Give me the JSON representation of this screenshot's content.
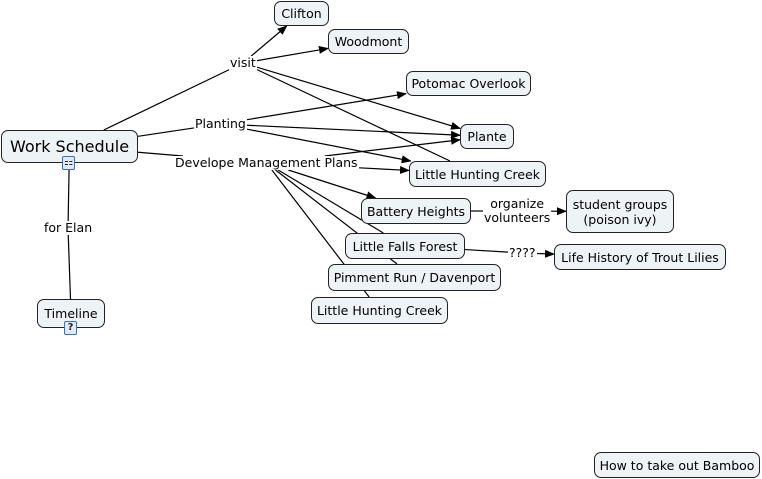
{
  "concepts": [
    {
      "id": "work-schedule",
      "text": "Work Schedule",
      "big": true
    },
    {
      "id": "clifton",
      "text": "Clifton"
    },
    {
      "id": "woodmont",
      "text": "Woodmont"
    },
    {
      "id": "potomac-overlook",
      "text": "Potomac Overlook"
    },
    {
      "id": "plante",
      "text": "Plante"
    },
    {
      "id": "little-hunting-creek-1",
      "text": "Little Hunting Creek"
    },
    {
      "id": "battery-heights",
      "text": "Battery Heights"
    },
    {
      "id": "student-groups",
      "text": "student groups\n(poison ivy)"
    },
    {
      "id": "little-falls-forest",
      "text": "Little Falls Forest"
    },
    {
      "id": "life-history",
      "text": "Life History of Trout Lilies"
    },
    {
      "id": "pimment-run",
      "text": "Pimment Run / Davenport"
    },
    {
      "id": "little-hunting-creek-2",
      "text": "Little Hunting Creek"
    },
    {
      "id": "timeline",
      "text": "Timeline"
    },
    {
      "id": "bamboo",
      "text": "How to take out Bamboo"
    }
  ],
  "linking_phrases": [
    {
      "id": "visit",
      "text": "visit"
    },
    {
      "id": "planting",
      "text": "Planting"
    },
    {
      "id": "develope",
      "text": "Develope Management Plans"
    },
    {
      "id": "for-elan",
      "text": "for Elan"
    },
    {
      "id": "organize",
      "text": "organize\nvolunteers"
    },
    {
      "id": "qqqq",
      "text": "????"
    }
  ],
  "connections": [
    {
      "from": "work-schedule",
      "to": "visit",
      "arrow": false
    },
    {
      "from": "visit",
      "to": "clifton",
      "arrow": true
    },
    {
      "from": "visit",
      "to": "woodmont",
      "arrow": true
    },
    {
      "from": "visit",
      "to": "plante",
      "arrow": true
    },
    {
      "from": "visit",
      "to": "little-hunting-creek-1",
      "arrow": false
    },
    {
      "from": "work-schedule",
      "to": "planting",
      "arrow": false
    },
    {
      "from": "planting",
      "to": "potomac-overlook",
      "arrow": true
    },
    {
      "from": "planting",
      "to": "plante",
      "arrow": true
    },
    {
      "from": "planting",
      "to": "little-hunting-creek-1",
      "arrow": true
    },
    {
      "from": "work-schedule",
      "to": "develope",
      "arrow": false
    },
    {
      "from": "develope",
      "to": "plante",
      "arrow": true
    },
    {
      "from": "develope",
      "to": "little-hunting-creek-1",
      "arrow": true
    },
    {
      "from": "develope",
      "to": "battery-heights",
      "arrow": true
    },
    {
      "from": "develope",
      "to": "little-falls-forest",
      "arrow": false
    },
    {
      "from": "develope",
      "to": "pimment-run",
      "arrow": false
    },
    {
      "from": "develope",
      "to": "little-hunting-creek-2",
      "arrow": false
    },
    {
      "from": "work-schedule",
      "to": "for-elan",
      "arrow": false
    },
    {
      "from": "for-elan",
      "to": "timeline",
      "arrow": false
    },
    {
      "from": "battery-heights",
      "to": "organize",
      "arrow": false
    },
    {
      "from": "organize",
      "to": "student-groups",
      "arrow": true
    },
    {
      "from": "little-falls-forest",
      "to": "qqqq",
      "arrow": false
    },
    {
      "from": "qqqq",
      "to": "life-history",
      "arrow": true
    }
  ],
  "resource_icons": [
    {
      "attached_to": "work-schedule",
      "icon": "concept-map-icon",
      "glyph": "⚏"
    },
    {
      "attached_to": "timeline",
      "icon": "unknown-document-icon",
      "glyph": "?"
    }
  ],
  "colors": {
    "node_fill": "#eef3f6",
    "node_border": "#222222",
    "line": "#000000",
    "icon_border": "#3a6fb0"
  }
}
